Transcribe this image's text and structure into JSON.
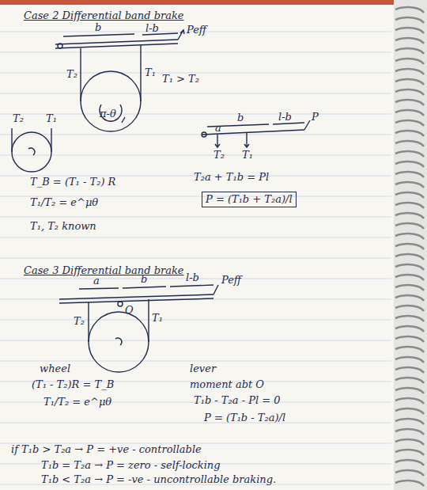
{
  "diagram": {
    "labels": [
      "Case 2  Differential band brake",
      "b",
      "l-b",
      "Peff",
      "T₂",
      "T₁",
      "T₁ > T₂",
      "π-θ",
      "T₂",
      "T₁",
      "b",
      "l-b",
      "a",
      "P",
      "T₂",
      "T₁",
      "T_B = (T₁ - T₂) R",
      "T₁/T₂ = e^μθ",
      "T₁, T₂ known",
      "T₂a + T₁b = Pl",
      "P = (T₁b + T₂a)/l",
      "Case 3  Differential band brake",
      "a",
      "b",
      "l-b",
      "Peff",
      "T₂",
      "T₁",
      "O",
      "wheel",
      "(T₁ - T₂)R = T_B",
      "T₁/T₂ = e^μθ",
      "lever",
      "moment abt O",
      "T₁b - T₂a - Pl = 0",
      "P = (T₁b - T₂a)/l",
      "if T₁b > T₂a → P = +ve - controllable",
      "T₁b = T₂a → P = zero - self-locking",
      "T₁b < T₂a → P = -ve - uncontrollable braking."
    ]
  }
}
